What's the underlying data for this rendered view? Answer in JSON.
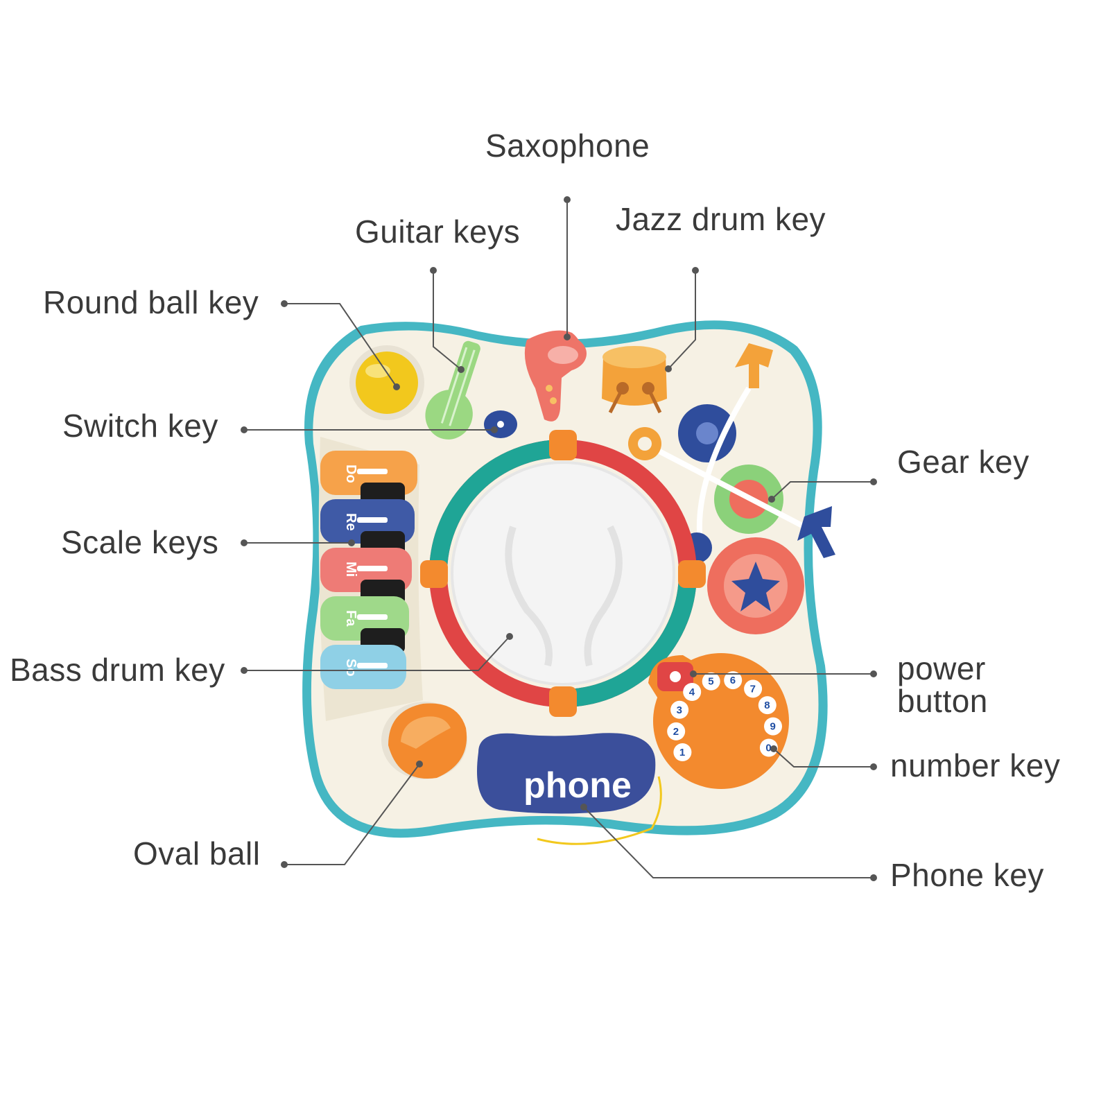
{
  "toy": {
    "scale_keys": [
      "Do",
      "Re",
      "Mi",
      "Fa",
      "So"
    ],
    "scale_colors": [
      "#f6a24a",
      "#3f5aa6",
      "#ee7b76",
      "#9fd98a",
      "#8fd0e6"
    ],
    "phone_logo": "phone",
    "dial_numbers": [
      "1",
      "2",
      "3",
      "4",
      "5",
      "6",
      "7",
      "8",
      "9",
      "0"
    ],
    "colors": {
      "base": "#f6f1e4",
      "rim": "#45b7c3",
      "drum_head": "#f4f4f4",
      "ring_red": "#e04545",
      "ring_teal": "#1fa596",
      "bracket": "#f38a2e",
      "round_ball": "#f2c81d",
      "guitar": "#9bd882",
      "saxophone": "#ee7468",
      "jazz_drum": "#f3a23a",
      "gear_blue": "#2f4d9c",
      "gear_green": "#8bd17a",
      "gear_red": "#ee6e5e",
      "phone_pad": "#f38a2e",
      "phone_handset": "#3b4f9b"
    }
  },
  "callouts": {
    "saxophone": "Saxophone",
    "guitar_keys": "Guitar keys",
    "jazz_drum_key": "Jazz drum key",
    "round_ball_key": "Round ball key",
    "switch_key": "Switch key",
    "gear_key": "Gear key",
    "scale_keys": "Scale keys",
    "bass_drum_key": "Bass drum key",
    "power_button_line1": "power",
    "power_button_line2": "button",
    "number_key": "number key",
    "oval_ball": "Oval ball",
    "phone_key": "Phone key"
  }
}
